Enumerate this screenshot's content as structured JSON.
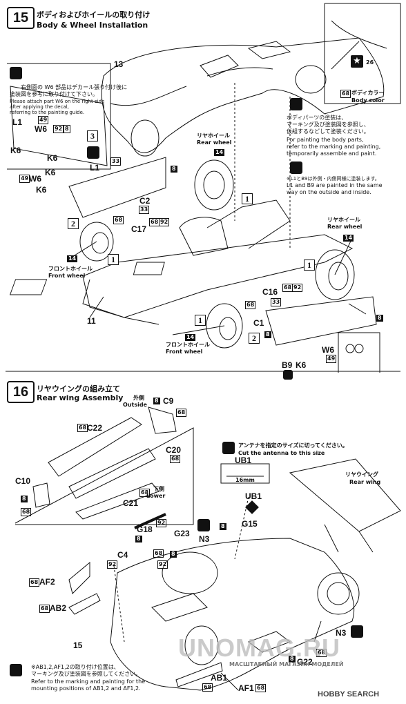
{
  "step15": {
    "number": "15",
    "title_jp": "ボディおよびホイールの取り付け",
    "title_en": "Body & Wheel Installation",
    "body_color": {
      "code": "68",
      "jp": "ボディカラー",
      "en": "Body color"
    },
    "badge_26": "26",
    "note_w6": {
      "jp1": "右側面の W6 部品はデカール張り付け後に",
      "jp2": "塗装図を参考に取り付けて下さい。",
      "en1": "Please attach part W6 on the right side",
      "en2": "after applying the decal,",
      "en3": "referring to the painting guide."
    },
    "note_paint": {
      "jp1": "ボディパーツの塗装は、",
      "jp2": "マーキング及び塗装図を参照し、",
      "jp3": "仮組するなどして塗装ください。",
      "en1": "For painting the body parts,",
      "en2": "refer to the marking and painting,",
      "en3": "temporarily assemble and paint."
    },
    "note_l1": {
      "jp": "※L1とB9は外側・内側同様に塗装します。",
      "en1": "L1 and B9 are painted in the same",
      "en2": "way on the outside and inside."
    },
    "rear_wheel": {
      "jp": "リヤホイール",
      "en": "Rear wheel"
    },
    "front_wheel": {
      "jp": "フロントホイール",
      "en": "Front wheel"
    },
    "labels": {
      "l13": "13",
      "l11": "11",
      "l33": "33",
      "l8a": "8",
      "l8b": "8",
      "l8c": "8",
      "l8d": "8",
      "l49a": "49",
      "l49b": "49",
      "l92a": "92",
      "l8e": "8",
      "L1a": "L1",
      "L1b": "L1",
      "W6a": "W6",
      "W6b": "W6",
      "W6c": "W6",
      "K6a": "K6",
      "K6b": "K6",
      "K6c": "K6",
      "K6d": "K6",
      "K6e": "K6",
      "C2": "C2",
      "C17": "C17",
      "C16": "C16",
      "C1": "C1",
      "B9": "B9",
      "n68a": "68",
      "n92b": "92",
      "n68b": "68",
      "n92c": "92",
      "n68c": "68",
      "n33b": "33",
      "n33c": "33",
      "n68d": "68",
      "n49c": "49",
      "n14a": "14",
      "n14b": "14",
      "n14c": "14",
      "n14d": "14",
      "b1a": "1",
      "b1b": "1",
      "b1c": "1",
      "b1d": "1",
      "b2a": "2",
      "b2b": "2",
      "b3": "3"
    }
  },
  "step16": {
    "number": "16",
    "title_jp": "リヤウイングの組み立て",
    "title_en": "Rear wing Assembly",
    "outside_jp": "外側",
    "outside_en": "Outside",
    "lower_jp": "下側",
    "lower_en": "Lower",
    "rear_wing": {
      "jp": "リヤウイング",
      "en": "Rear wing"
    },
    "antenna": {
      "jp": "アンテナを指定のサイズに切ってください。",
      "en": "Cut the antenna to this size",
      "part": "UB1",
      "size": "16mm"
    },
    "note_ab": {
      "jp1": "※AB1,2,AF1,2の取り付け位置は、",
      "jp2": "マーキング及び塗装図を参照してください。",
      "en1": "Refer to the marking and painting for the",
      "en2": "mounting positions of AB1,2 and AF1,2."
    },
    "labels": {
      "C9": "C9",
      "C22": "C22",
      "C20": "C20",
      "C21": "C21",
      "C10": "C10",
      "UB1": "UB1",
      "G15": "G15",
      "G18": "G18",
      "G23": "G23",
      "N3a": "N3",
      "N3b": "N3",
      "C4": "C4",
      "AF2": "AF2",
      "AB2": "AB2",
      "AB1": "AB1",
      "AF1": "AF1",
      "G22": "G22",
      "n15": "15",
      "t8a": "8",
      "t68a": "68",
      "t68b": "68",
      "t68c": "68",
      "t68d": "68",
      "t8b": "8",
      "t68e": "68",
      "t92a": "92",
      "t8c": "8",
      "t8d": "8",
      "t68f": "68",
      "t92b": "92",
      "t8e": "8",
      "t68g": "68",
      "t68h": "68",
      "t68i": "68",
      "t8f": "8",
      "t68j": "68",
      "t68k": "68",
      "t8g": "8"
    }
  },
  "watermark": {
    "main": "UNOMAG.RU",
    "sub": "МАСШТАБНЫЙ МАГАЗИН МОДЕЛЕЙ",
    "brand": "HOBBY SEARCH"
  }
}
